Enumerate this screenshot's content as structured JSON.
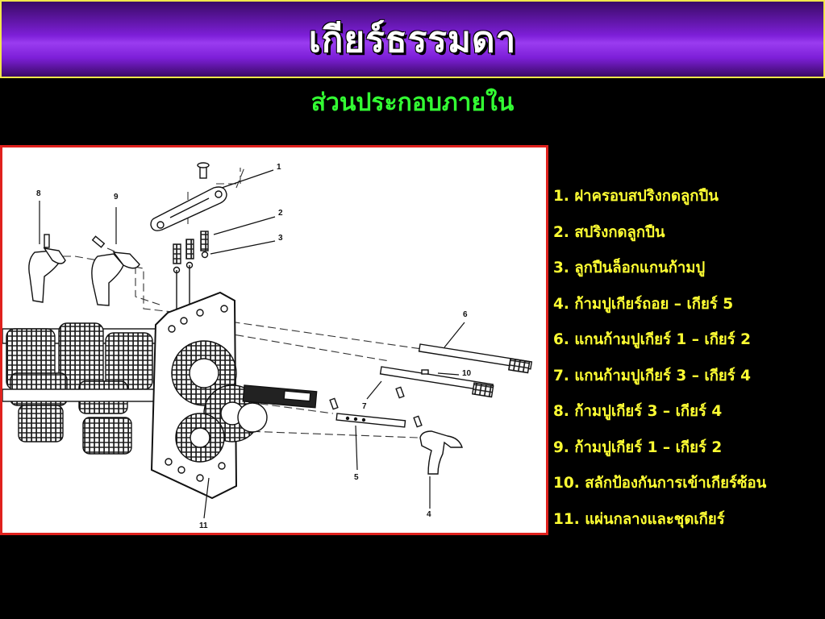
{
  "header": {
    "title": "เกียร์ธรรมดา",
    "subtitle": "ส่วนประกอบภายใน"
  },
  "diagram": {
    "callouts": [
      "1",
      "2",
      "3",
      "4",
      "5",
      "6",
      "7",
      "8",
      "9",
      "10",
      "11"
    ]
  },
  "legend": {
    "items": [
      "1.  ฝาครอบสปริงกดลูกปืน",
      "2.  สปริงกดลูกปืน",
      "3.  ลูกปืนล็อกแกนก้ามปู",
      "4.  ก้ามปูเกียร์ถอย – เกียร์ 5",
      "6.  แกนก้ามปูเกียร์ 1 – เกียร์ 2",
      "7.  แกนก้ามปูเกียร์ 3 – เกียร์ 4",
      "8.  ก้ามปูเกียร์ 3 – เกียร์ 4",
      "9.  ก้ามปูเกียร์ 1 – เกียร์ 2",
      "10. สลักป้องกันการเข้าเกียร์ซ้อน",
      "11. แผ่นกลางและชุดเกียร์"
    ]
  },
  "colors": {
    "title_gradient": "#7d1fd8",
    "title_border": "#f1e74a",
    "subtitle": "#33ff33",
    "legend_text": "#ffff33",
    "figure_border": "#e0211d"
  }
}
